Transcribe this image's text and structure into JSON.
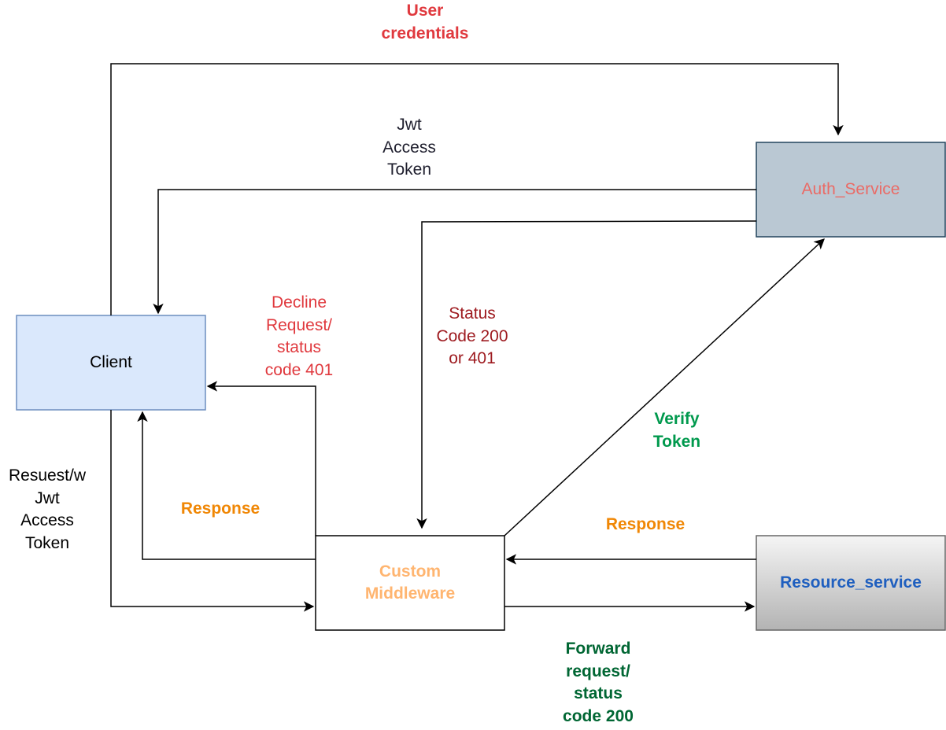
{
  "nodes": {
    "client": {
      "label": "Client",
      "fill": "#dae8fc",
      "stroke": "#6c8ebf",
      "text_color": "#000000"
    },
    "auth": {
      "label": "Auth_Service",
      "fill": "#bac8d3",
      "stroke": "#23445d",
      "text_color": "#ea6b66"
    },
    "middleware": {
      "label": "Custom\nMiddleware",
      "fill": "#ffffff",
      "stroke": "#000000",
      "text_color": "#ffb570"
    },
    "resource": {
      "label": "Resource_service",
      "fill_top": "#f5f5f5",
      "fill_bottom": "#b3b3b3",
      "stroke": "#666666",
      "text_color": "#1f5fbf"
    }
  },
  "edges": [
    {
      "id": "user-credentials",
      "from": "client",
      "to": "auth",
      "label": "User\ncredentials",
      "label_color": "#e0393e"
    },
    {
      "id": "jwt-token",
      "from": "auth",
      "to": "client",
      "label": "Jwt\nAccess\nToken",
      "label_color": "#1f1f2e"
    },
    {
      "id": "status-code",
      "from": "auth",
      "to": "middleware",
      "label": "Status\nCode 200\nor 401",
      "label_color": "#9e1b20"
    },
    {
      "id": "decline",
      "from": "middleware",
      "to": "client",
      "label": "Decline\nRequest/\nstatus\ncode 401",
      "label_color": "#e0393e"
    },
    {
      "id": "request-jwt",
      "from": "client",
      "to": "middleware",
      "label": "Resuest/w\nJwt\nAccess\nToken",
      "label_color": "#000000"
    },
    {
      "id": "response-client",
      "from": "middleware",
      "to": "client",
      "label": "Response",
      "label_color": "#f08705"
    },
    {
      "id": "verify-token",
      "from": "middleware",
      "to": "auth",
      "label": "Verify\nToken",
      "label_color": "#00994d"
    },
    {
      "id": "response-resource",
      "from": "resource",
      "to": "middleware",
      "label": "Response",
      "label_color": "#f08705"
    },
    {
      "id": "forward",
      "from": "middleware",
      "to": "resource",
      "label": "Forward\n request/\nstatus\ncode 200",
      "label_color": "#006633"
    }
  ]
}
